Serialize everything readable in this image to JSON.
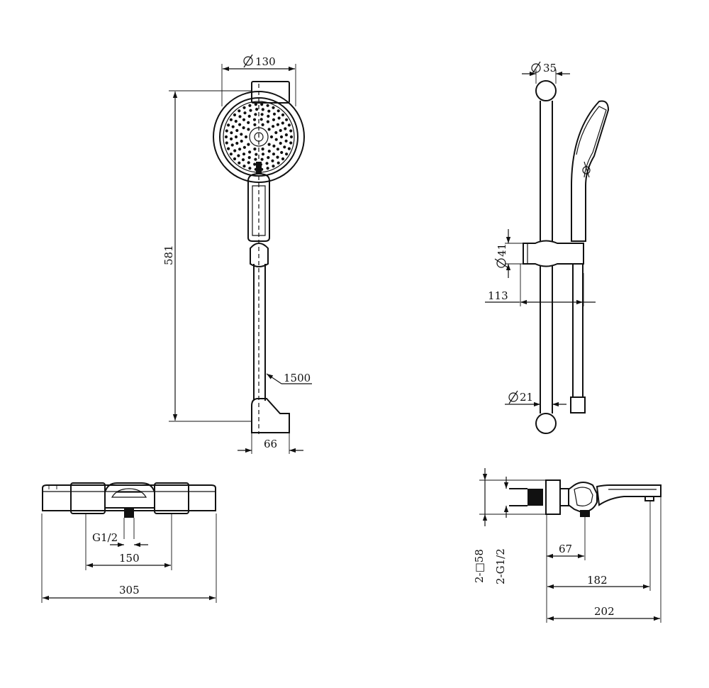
{
  "dimensions": {
    "head_diameter": "130",
    "shower_height": "581",
    "hose_length": "1500",
    "holder_width": "66",
    "rail_diameter": "35",
    "slider_diameter": "41",
    "slider_projection": "113",
    "rod_diameter": "21",
    "thread_left": "G1/2",
    "centers": "150",
    "body_length": "305",
    "square_size": "2-□58",
    "thread_side": "2-G1/2",
    "outlet_offset": "67",
    "spout_length": "182",
    "overall_depth": "202"
  }
}
